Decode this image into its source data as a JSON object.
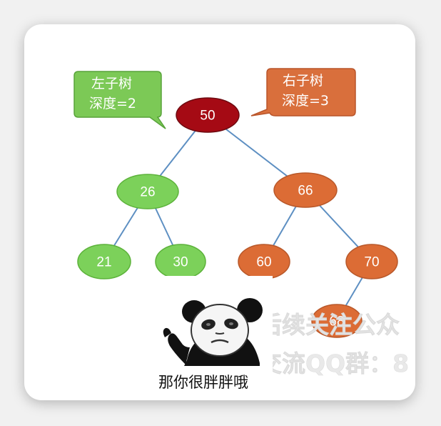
{
  "colors": {
    "root": "#a50a14",
    "left_subtree": "#7cd15a",
    "right_subtree": "#dc6c35",
    "edge": "#5d8fc2",
    "left_callout": "#7cc956",
    "right_callout": "#d96f3c"
  },
  "tree": {
    "nodes": [
      {
        "id": "n50",
        "label": "50",
        "group": "root"
      },
      {
        "id": "n26",
        "label": "26",
        "group": "left"
      },
      {
        "id": "n66",
        "label": "66",
        "group": "right"
      },
      {
        "id": "n21",
        "label": "21",
        "group": "left"
      },
      {
        "id": "n30",
        "label": "30",
        "group": "left"
      },
      {
        "id": "n60",
        "label": "60",
        "group": "right"
      },
      {
        "id": "n70",
        "label": "70",
        "group": "right"
      },
      {
        "id": "n68",
        "label": "68",
        "group": "right"
      }
    ],
    "edges": [
      [
        "n50",
        "n26"
      ],
      [
        "n50",
        "n66"
      ],
      [
        "n26",
        "n21"
      ],
      [
        "n26",
        "n30"
      ],
      [
        "n66",
        "n60"
      ],
      [
        "n66",
        "n70"
      ],
      [
        "n70",
        "n68"
      ]
    ]
  },
  "callouts": {
    "left": {
      "line1": "左子树",
      "line2": "深度=2"
    },
    "right": {
      "line1": "右子树",
      "line2": "深度=3"
    }
  },
  "meme": {
    "icon": "panda-meme-icon",
    "caption": "那你很胖胖哦"
  },
  "watermark": {
    "line1": "后续关注公众",
    "line2": "交流QQ群：8"
  }
}
